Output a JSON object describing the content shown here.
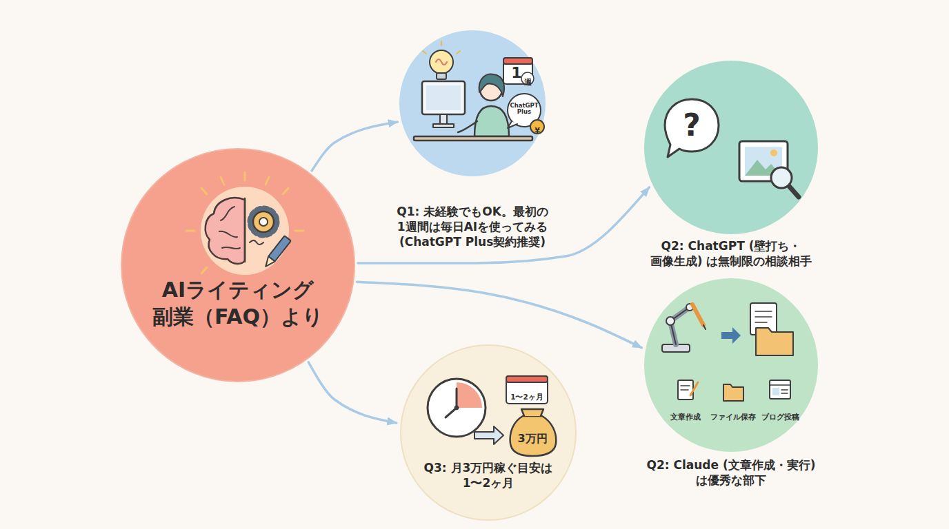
{
  "diagram": {
    "nodes": [
      {
        "text": [
          "AIライティング 副業（FAQ）より"
        ]
      },
      {
        "text": [
          "Q1: 未経験でもOK。最初の 1週間は毎日AIを使ってみる (ChatGPT Plus契約推奨)"
        ]
      },
      {
        "text": [
          "Q2: ChatGPT (壁打ち・画像生成) は無制限の相談相手"
        ]
      },
      {
        "text": [
          "Q2: Claude (文章作成・実行) は優秀な部下"
        ]
      },
      {
        "text": [
          "Q3: 月3万円稼ぐ目安は 1〜2ヶ月"
        ]
      }
    ],
    "edges": [
      {
        "from": 0,
        "to": 1,
        "arrow": "to"
      },
      {
        "from": 0,
        "to": 2,
        "arrow": "to"
      },
      {
        "from": 0,
        "to": 3,
        "arrow": "to"
      },
      {
        "from": 0,
        "to": 4,
        "arrow": "to"
      }
    ],
    "labels": [
      "1",
      "週",
      "ChatGPT Plus",
      "¥",
      "?",
      "文章作成",
      "ファイル保存",
      "ブログ投稿",
      "1〜2ヶ月",
      "3万円"
    ]
  }
}
